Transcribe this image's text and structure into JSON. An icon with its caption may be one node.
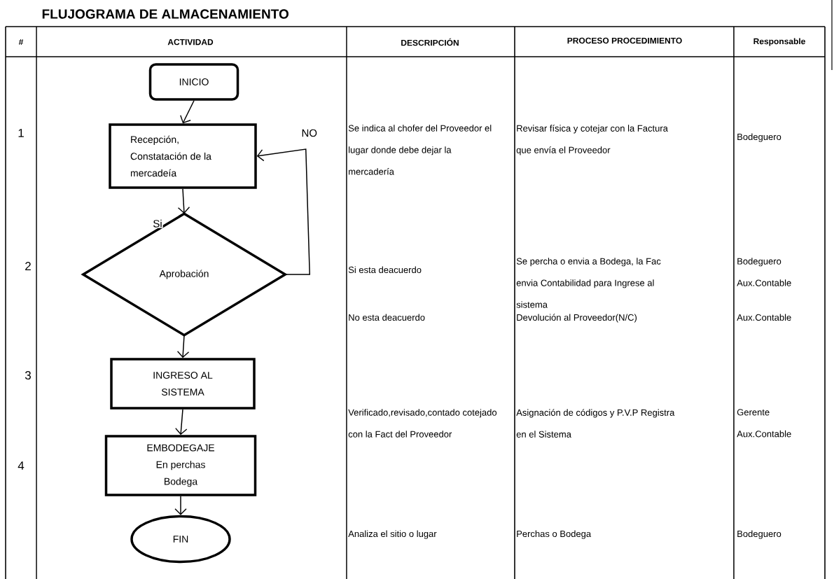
{
  "diagram": {
    "title": "FLUJOGRAMA DE ALMACENAMIENTO",
    "nodes": [
      {
        "text": [
          "INICIO"
        ]
      },
      {
        "text": [
          "Recepción, Constatación de la mercadeía"
        ]
      },
      {
        "text": [
          "Aprobación"
        ]
      },
      {
        "text": [
          "INGRESO AL SISTEMA"
        ]
      },
      {
        "text": [
          "EMBODEGAJE En perchas Bodega"
        ]
      },
      {
        "text": [
          "FIN"
        ]
      }
    ],
    "edges": [
      {
        "from": 0,
        "to": 1,
        "arrow": "to"
      },
      {
        "from": 1,
        "to": 2,
        "arrow": "to",
        "label": "Si"
      },
      {
        "from": 2,
        "to": 1,
        "arrow": "to",
        "label": "NO"
      },
      {
        "from": 2,
        "to": 3,
        "arrow": "to"
      },
      {
        "from": 3,
        "to": 4,
        "arrow": "to"
      },
      {
        "from": 4,
        "to": 5,
        "arrow": "to"
      }
    ],
    "labels": [
      "#",
      "ACTIVIDAD",
      "DESCRIPCIÓN",
      "PROCESO PROCEDIMIENTO",
      "Responsable",
      "1",
      "Se indica al chofer del Proveedor el lugar donde debe dejar la mercadería",
      "Revisar física y cotejar con la Factura que envía el Proveedor",
      "Bodeguero",
      "2",
      "Si esta deacuerdo",
      "Se percha o envia a Bodega, la Fac envia Contabilidad para Ingrese al sistema",
      "Bodeguero Aux.Contable",
      "No esta deacuerdo",
      "Devolución al Proveedor(N/C)",
      "Aux.Contable",
      "3",
      "Verificado,revisado,contado cotejado con la Fact del Proveedor",
      "Asignación de códigos y P.V.P Registra en el Sistema",
      "Gerente Aux.Contable",
      "4",
      "Analiza el sitio o lugar",
      "Perchas o Bodega",
      "Bodeguero"
    ]
  }
}
